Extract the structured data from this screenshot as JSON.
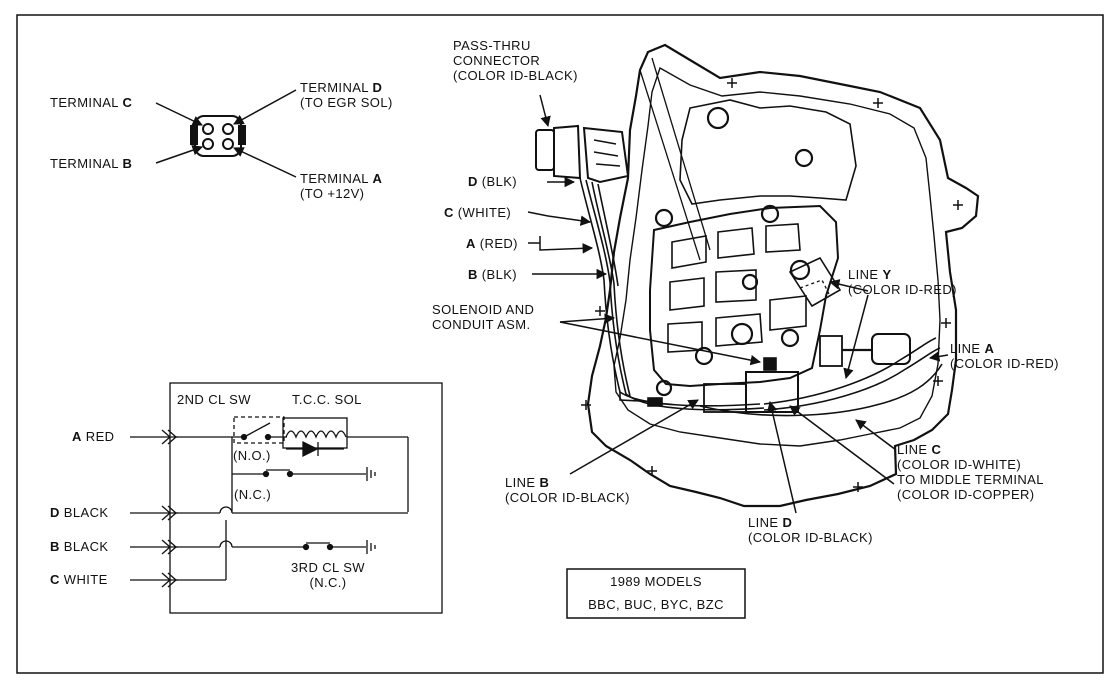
{
  "connector": {
    "terminal_c": {
      "prefix": "TERMINAL ",
      "letter": "C"
    },
    "terminal_b": {
      "prefix": "TERMINAL ",
      "letter": "B"
    },
    "terminal_d": {
      "prefix": "TERMINAL ",
      "letter": "D",
      "note": "(TO EGR SOL)"
    },
    "terminal_a": {
      "prefix": "TERMINAL ",
      "letter": "A",
      "note": "(TO +12V)"
    }
  },
  "schematic": {
    "second_cl_sw": "2ND CL SW",
    "tcc_sol": "T.C.C. SOL",
    "no": "(N.O.)",
    "nc": "(N.C.)",
    "third_cl_sw_line1": "3RD CL SW",
    "third_cl_sw_line2": "(N.C.)",
    "wires": [
      {
        "letter": "A",
        "color": " RED"
      },
      {
        "letter": "D",
        "color": " BLACK"
      },
      {
        "letter": "B",
        "color": " BLACK"
      },
      {
        "letter": "C",
        "color": " WHITE"
      }
    ]
  },
  "models_box": {
    "line1": "1989 MODELS",
    "line2": "BBC, BUC, BYC, BZC"
  },
  "assembly": {
    "pass_thru": {
      "line1": "PASS-THRU",
      "line2": "CONNECTOR",
      "line3": "(COLOR ID-BLACK)"
    },
    "wire_d": {
      "letter": "D",
      "color": " (BLK)"
    },
    "wire_c": {
      "letter": "C",
      "color": " (WHITE)"
    },
    "wire_a": {
      "letter": "A",
      "color": " (RED)"
    },
    "wire_b": {
      "letter": "B",
      "color": " (BLK)"
    },
    "solenoid": {
      "line1": "SOLENOID AND",
      "line2": "CONDUIT ASM."
    },
    "line_y": {
      "prefix": "LINE ",
      "letter": "Y",
      "note": "(COLOR ID-RED)"
    },
    "line_a": {
      "prefix": "LINE ",
      "letter": "A",
      "note": "(COLOR ID-RED)"
    },
    "line_c": {
      "prefix": "LINE ",
      "letter": "C",
      "note": "(COLOR ID-WHITE)",
      "line3": "TO MIDDLE TERMINAL",
      "line4": "(COLOR ID-COPPER)"
    },
    "line_b": {
      "prefix": "LINE ",
      "letter": "B",
      "note": "(COLOR ID-BLACK)"
    },
    "line_d": {
      "prefix": "LINE ",
      "letter": "D",
      "note": "(COLOR ID-BLACK)"
    }
  }
}
